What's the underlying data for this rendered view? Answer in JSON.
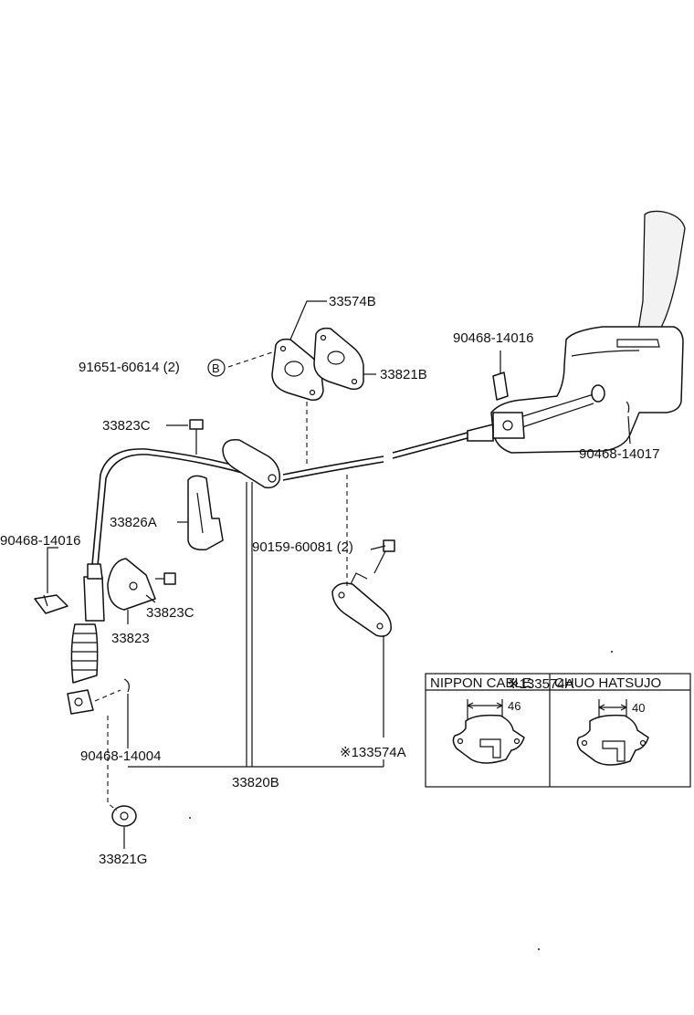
{
  "labels": {
    "p33574B": "33574B",
    "p91651": "91651-60614 (2)",
    "callout_b": "B",
    "p33821B": "33821B",
    "p90468_14016_top": "90468-14016",
    "p33823C_top": "33823C",
    "p90468_14017": "90468-14017",
    "p33826A": "33826A",
    "p90468_14016_left": "90468-14016",
    "p90159": "90159-60081 (2)",
    "p33823C_mid": "33823C",
    "p33823": "33823",
    "p90468_14004": "90468-14004",
    "p133574A_main": "※133574A",
    "p33820B": "33820B",
    "p33821G": "33821G"
  },
  "inset": {
    "title": "※133574A",
    "columns": [
      {
        "header": "NIPPON CABLE",
        "dimension": "46"
      },
      {
        "header": "CHUO HATSUJO",
        "dimension": "40"
      }
    ]
  }
}
